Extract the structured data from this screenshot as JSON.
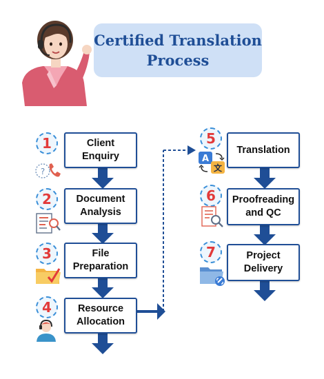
{
  "title": {
    "line1": "Certified Translation",
    "line2": "Process"
  },
  "steps": [
    {
      "number": "1",
      "label": "Client\nEnquiry",
      "icon": "phone-question-icon"
    },
    {
      "number": "2",
      "label": "Document\nAnalysis",
      "icon": "document-search-icon"
    },
    {
      "number": "3",
      "label": "File\nPreparation",
      "icon": "folder-check-icon"
    },
    {
      "number": "4",
      "label": "Resource\nAllocation",
      "icon": "support-agent-icon"
    },
    {
      "number": "5",
      "label": "Translation",
      "icon": "translate-icon"
    },
    {
      "number": "6",
      "label": "Proofreading\nand QC",
      "icon": "proofread-icon"
    },
    {
      "number": "7",
      "label": "Project\nDelivery",
      "icon": "folder-link-icon"
    }
  ],
  "colors": {
    "accent": "#1f4e96",
    "number": "#e23a3a",
    "title_bg": "#cfe0f6",
    "circle_border": "#3a8fd8"
  }
}
